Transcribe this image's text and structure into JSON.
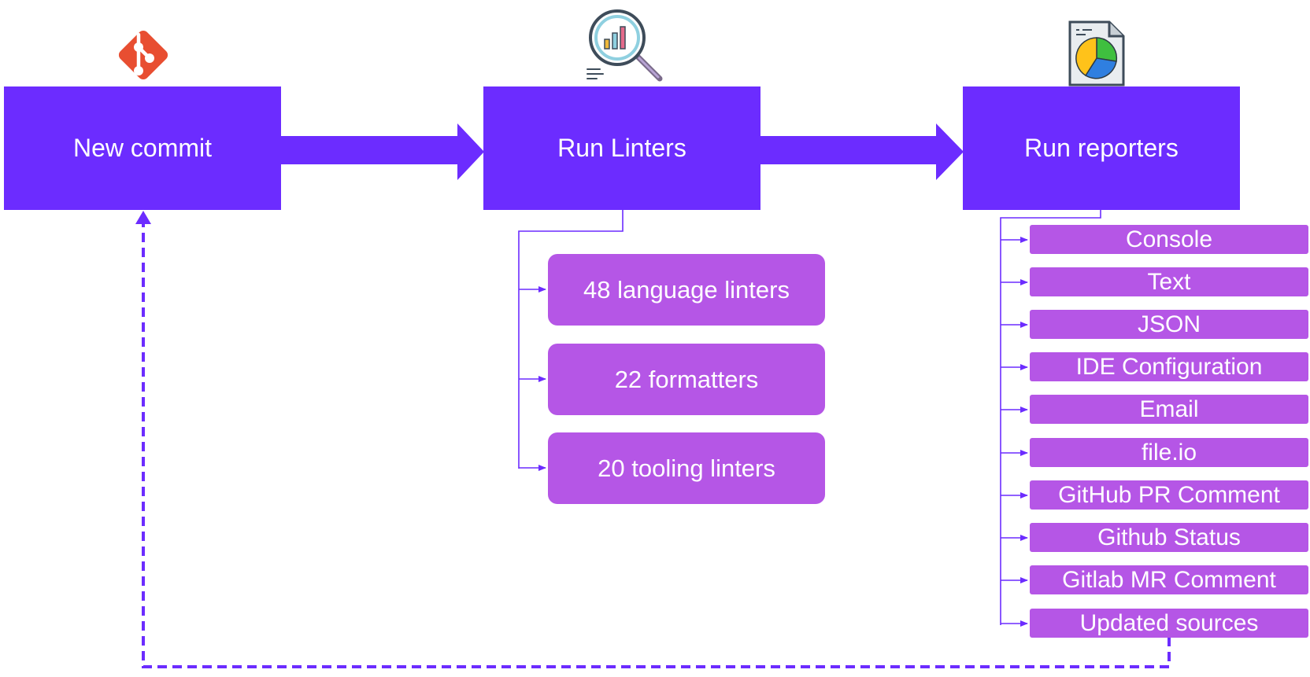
{
  "stages": {
    "commit": {
      "label": "New commit"
    },
    "linters": {
      "label": "Run Linters"
    },
    "reporters": {
      "label": "Run reporters"
    }
  },
  "linters": [
    "48 language linters",
    "22 formatters",
    "20 tooling linters"
  ],
  "reporters": [
    "Console",
    "Text",
    "JSON",
    "IDE Configuration",
    "Email",
    "file.io",
    "GitHub PR Comment",
    "Github Status",
    "Gitlab MR Comment",
    "Updated sources"
  ],
  "icons": {
    "commit": "git-logo-icon",
    "linters": "magnifier-chart-icon",
    "reporters": "pie-chart-report-icon"
  },
  "colors": {
    "stage": "#6c2cff",
    "item": "#b556e6",
    "connector": "#6c2cff"
  }
}
